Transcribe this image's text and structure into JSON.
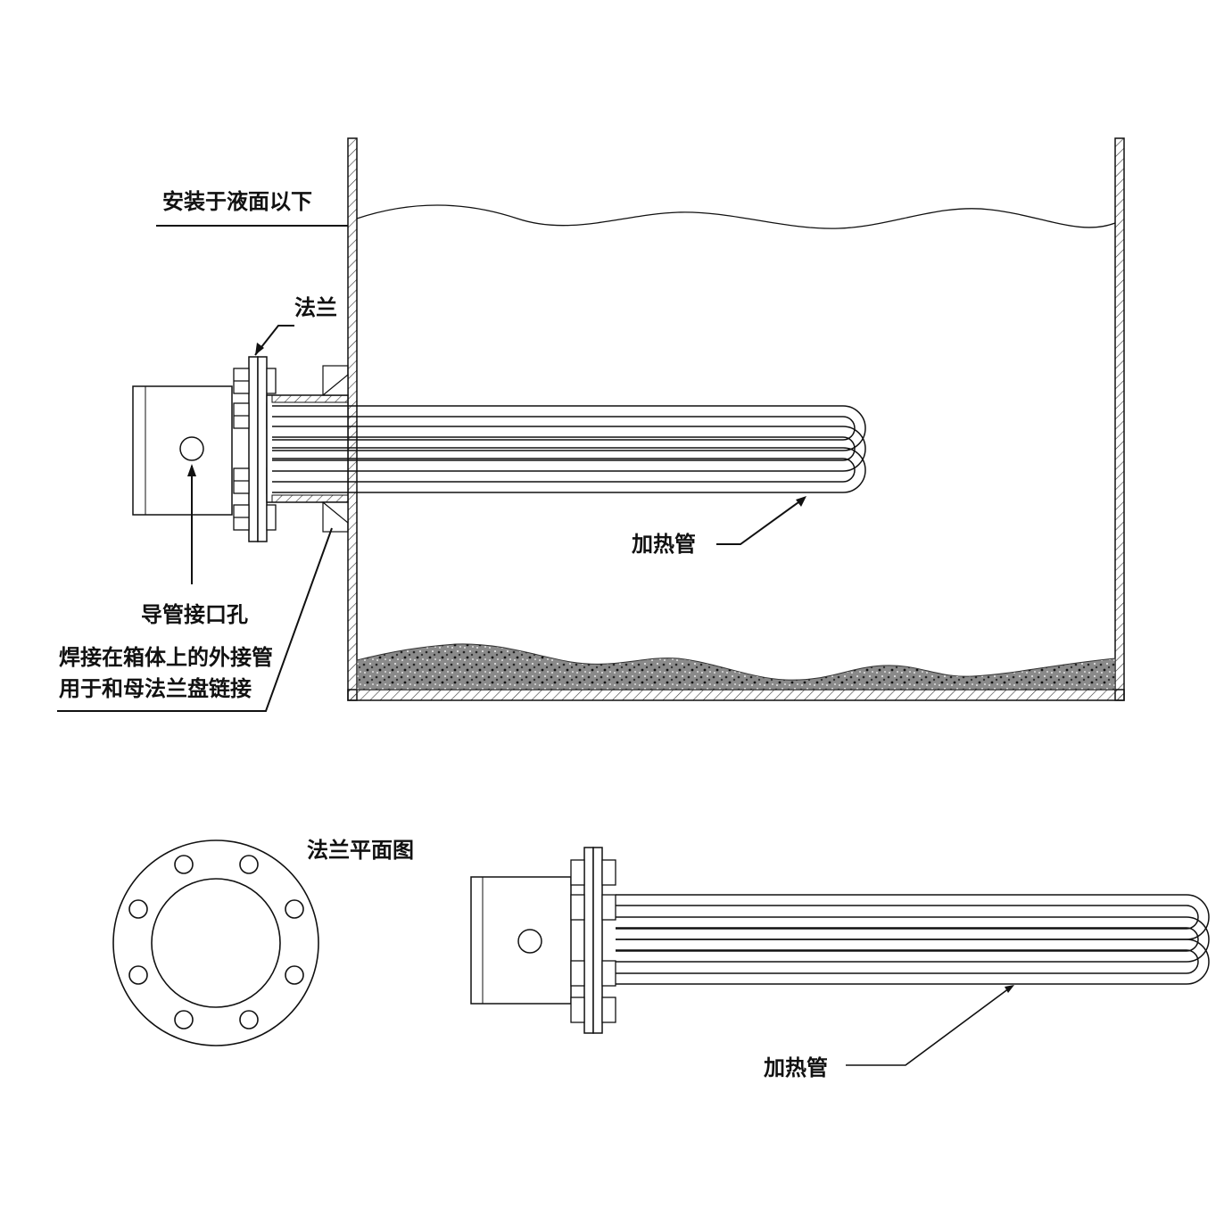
{
  "labels": {
    "install_below_liquid": "安装于液面以下",
    "flange": "法兰",
    "heating_tube_top": "加热管",
    "conduit_port_hole": "导管接口孔",
    "welded_pipe_line1": "焊接在箱体上的外接管",
    "welded_pipe_line2": "用于和母法兰盘链接",
    "flange_plan_view": "法兰平面图",
    "heating_tube_bottom": "加热管"
  },
  "colors": {
    "line": "#111111",
    "sediment": "#555555",
    "background": "#ffffff"
  }
}
